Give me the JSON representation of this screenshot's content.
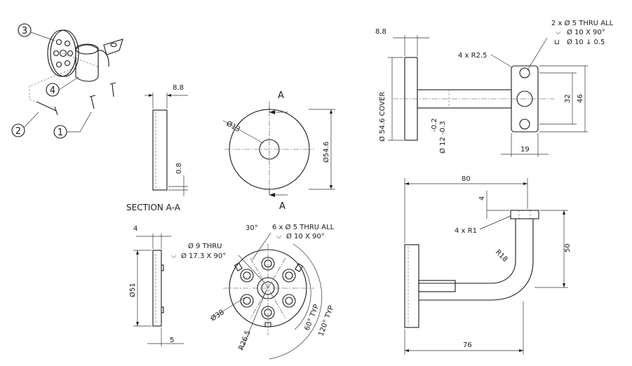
{
  "iso_view": {
    "balloons": [
      "3",
      "4",
      "2",
      "1"
    ]
  },
  "section_view": {
    "thickness": "8.8",
    "lip": "0.8",
    "caption": "SECTION A-A"
  },
  "front_cover": {
    "hole_dia": "Ø13",
    "outer_dia": "Ø54.6",
    "section_letter_top": "A",
    "section_letter_bottom": "A"
  },
  "plate_side": {
    "thickness": "4",
    "dia": "Ø51",
    "bottom": "5"
  },
  "plate_front": {
    "center_hole": "Ø 9 THRU",
    "center_csk": "Ø 17.3 X 90°",
    "angle": "30°",
    "hole_pattern": "6 x Ø 5 THRU ALL",
    "hole_csk": "Ø 10 X 90°",
    "pcd_small": "Ø38",
    "radius": "R26.5",
    "ang60": "60° TYP",
    "ang120": "120° TYP"
  },
  "assembly_top": {
    "cover_thk": "8.8",
    "cover_dia": "Ø 54.6 COVER",
    "corner_r": "4 x R2.5",
    "shaft_dia": "Ø 12 -0.3",
    "shaft_tol": "-0.2",
    "holes": "2 x Ø 5 THRU ALL",
    "holes_csk": "Ø 10 X 90°",
    "holes_cb": "Ø 10 ↓ 0.5",
    "dim32": "32",
    "dim46": "46",
    "dim19": "19"
  },
  "assembly_side": {
    "dim80": "80",
    "dim4": "4",
    "corner_r": "4 x R1",
    "bend_r": "R18",
    "dim50": "50",
    "dim76": "76"
  }
}
